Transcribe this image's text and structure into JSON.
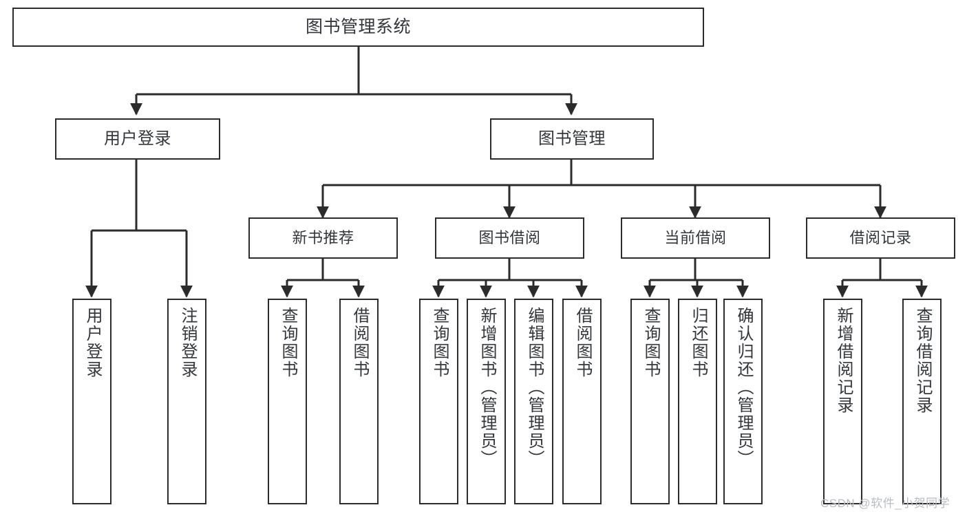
{
  "diagram": {
    "type": "tree-hierarchy",
    "title": "图书管理系统",
    "root": {
      "label": "图书管理系统"
    },
    "level2": [
      {
        "id": "user-login",
        "label": "用户登录"
      },
      {
        "id": "book-management",
        "label": "图书管理"
      }
    ],
    "level3": [
      {
        "id": "new-book-recommend",
        "label": "新书推荐",
        "parent": "book-management"
      },
      {
        "id": "book-borrow",
        "label": "图书借阅",
        "parent": "book-management"
      },
      {
        "id": "current-borrow",
        "label": "当前借阅",
        "parent": "book-management"
      },
      {
        "id": "borrow-record",
        "label": "借阅记录",
        "parent": "book-management"
      }
    ],
    "leaves": [
      {
        "id": "leaf-user-login",
        "label": "用户登录",
        "parent": "user-login"
      },
      {
        "id": "leaf-logout-login",
        "label": "注销登录",
        "parent": "user-login"
      },
      {
        "id": "leaf-query-book-1",
        "label": "查询图书",
        "parent": "new-book-recommend"
      },
      {
        "id": "leaf-borrow-book-1",
        "label": "借阅图书",
        "parent": "new-book-recommend"
      },
      {
        "id": "leaf-query-book-2",
        "label": "查询图书",
        "parent": "book-borrow"
      },
      {
        "id": "leaf-add-book",
        "label": "新增图书（管理员）",
        "parent": "book-borrow"
      },
      {
        "id": "leaf-edit-book",
        "label": "编辑图书（管理员）",
        "parent": "book-borrow"
      },
      {
        "id": "leaf-borrow-book-2",
        "label": "借阅图书",
        "parent": "book-borrow"
      },
      {
        "id": "leaf-query-book-3",
        "label": "查询图书",
        "parent": "current-borrow"
      },
      {
        "id": "leaf-return-book",
        "label": "归还图书",
        "parent": "current-borrow"
      },
      {
        "id": "leaf-confirm-return",
        "label": "确认归还（管理员）",
        "parent": "current-borrow"
      },
      {
        "id": "leaf-add-record",
        "label": "新增借阅记录",
        "parent": "borrow-record"
      },
      {
        "id": "leaf-query-record",
        "label": "查询借阅记录",
        "parent": "borrow-record"
      }
    ],
    "colors": {
      "box_border": "#2b2b2b",
      "box_fill": "#ffffff",
      "text": "#33363b",
      "connector": "#2b2b2b",
      "watermark": "#b9bcc2",
      "background": "#ffffff"
    }
  },
  "watermark": {
    "text": "CSDN @软件_小贺同学"
  }
}
